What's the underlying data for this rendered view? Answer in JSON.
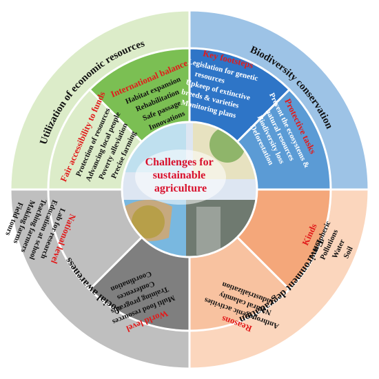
{
  "center": {
    "lines": [
      "Challenges for",
      "sustainable",
      "agriculture"
    ]
  },
  "outer_ring": {
    "utilization": "Utilization of economic resources",
    "biodiversity": "Biodiversity conservation",
    "environment": "Environment degradation",
    "social": "Social awareness"
  },
  "sections": {
    "international_balance": {
      "title": "International balance",
      "items": [
        "Habitat expansion",
        "Rehabilitation",
        "Safe passage",
        "Innovations"
      ]
    },
    "fair_accessibility": {
      "title": "Fair accessibility to funds",
      "items": [
        "Protection of resources",
        "Advancing local people",
        "Poverty alleviation",
        "Precise farming"
      ]
    },
    "key_footsteps": {
      "title": "Key footsteps",
      "items": [
        "Legislation for genetic",
        "resources",
        "Upkeep of extinctive",
        "breeds & varieties",
        "Monitoring plans"
      ]
    },
    "protective_tasks": {
      "title": "Protective tasks",
      "items": [
        "Prevent the ecosystems &",
        "natural resources",
        "Biodiversity loss",
        "Deforestation"
      ]
    },
    "kinds": {
      "title": "Kinds",
      "items": [
        "Atmospheric",
        "Pollutions",
        "Water",
        "Soil"
      ]
    },
    "reasons": {
      "title": "Reasons",
      "items": [
        "Anthropogenic activities",
        "Natural calamity",
        "Industrialization"
      ]
    },
    "world_level": {
      "title": "World level",
      "items": [
        "Multi food resources",
        "Training programs",
        "Conferences",
        "Coordination"
      ]
    },
    "national_level": {
      "title": "National level",
      "items": [
        "Lab for research",
        "Education at school",
        "Teaching farmers",
        "Making farms",
        "Field tours"
      ]
    }
  },
  "colors": {
    "green_outer": "#dcecc9",
    "green_inner": "#7bbf53",
    "blue_outer": "#9dc3e6",
    "blue_inner": "#2e75c7",
    "orange_outer": "#fbd6bd",
    "orange_inner": "#f4a77a",
    "gray_outer": "#bfbfbf",
    "gray_inner": "#7f7f7f",
    "center_fill": "#dde6f2",
    "title_red": "#e11b1b",
    "center_red": "#d8102c"
  }
}
